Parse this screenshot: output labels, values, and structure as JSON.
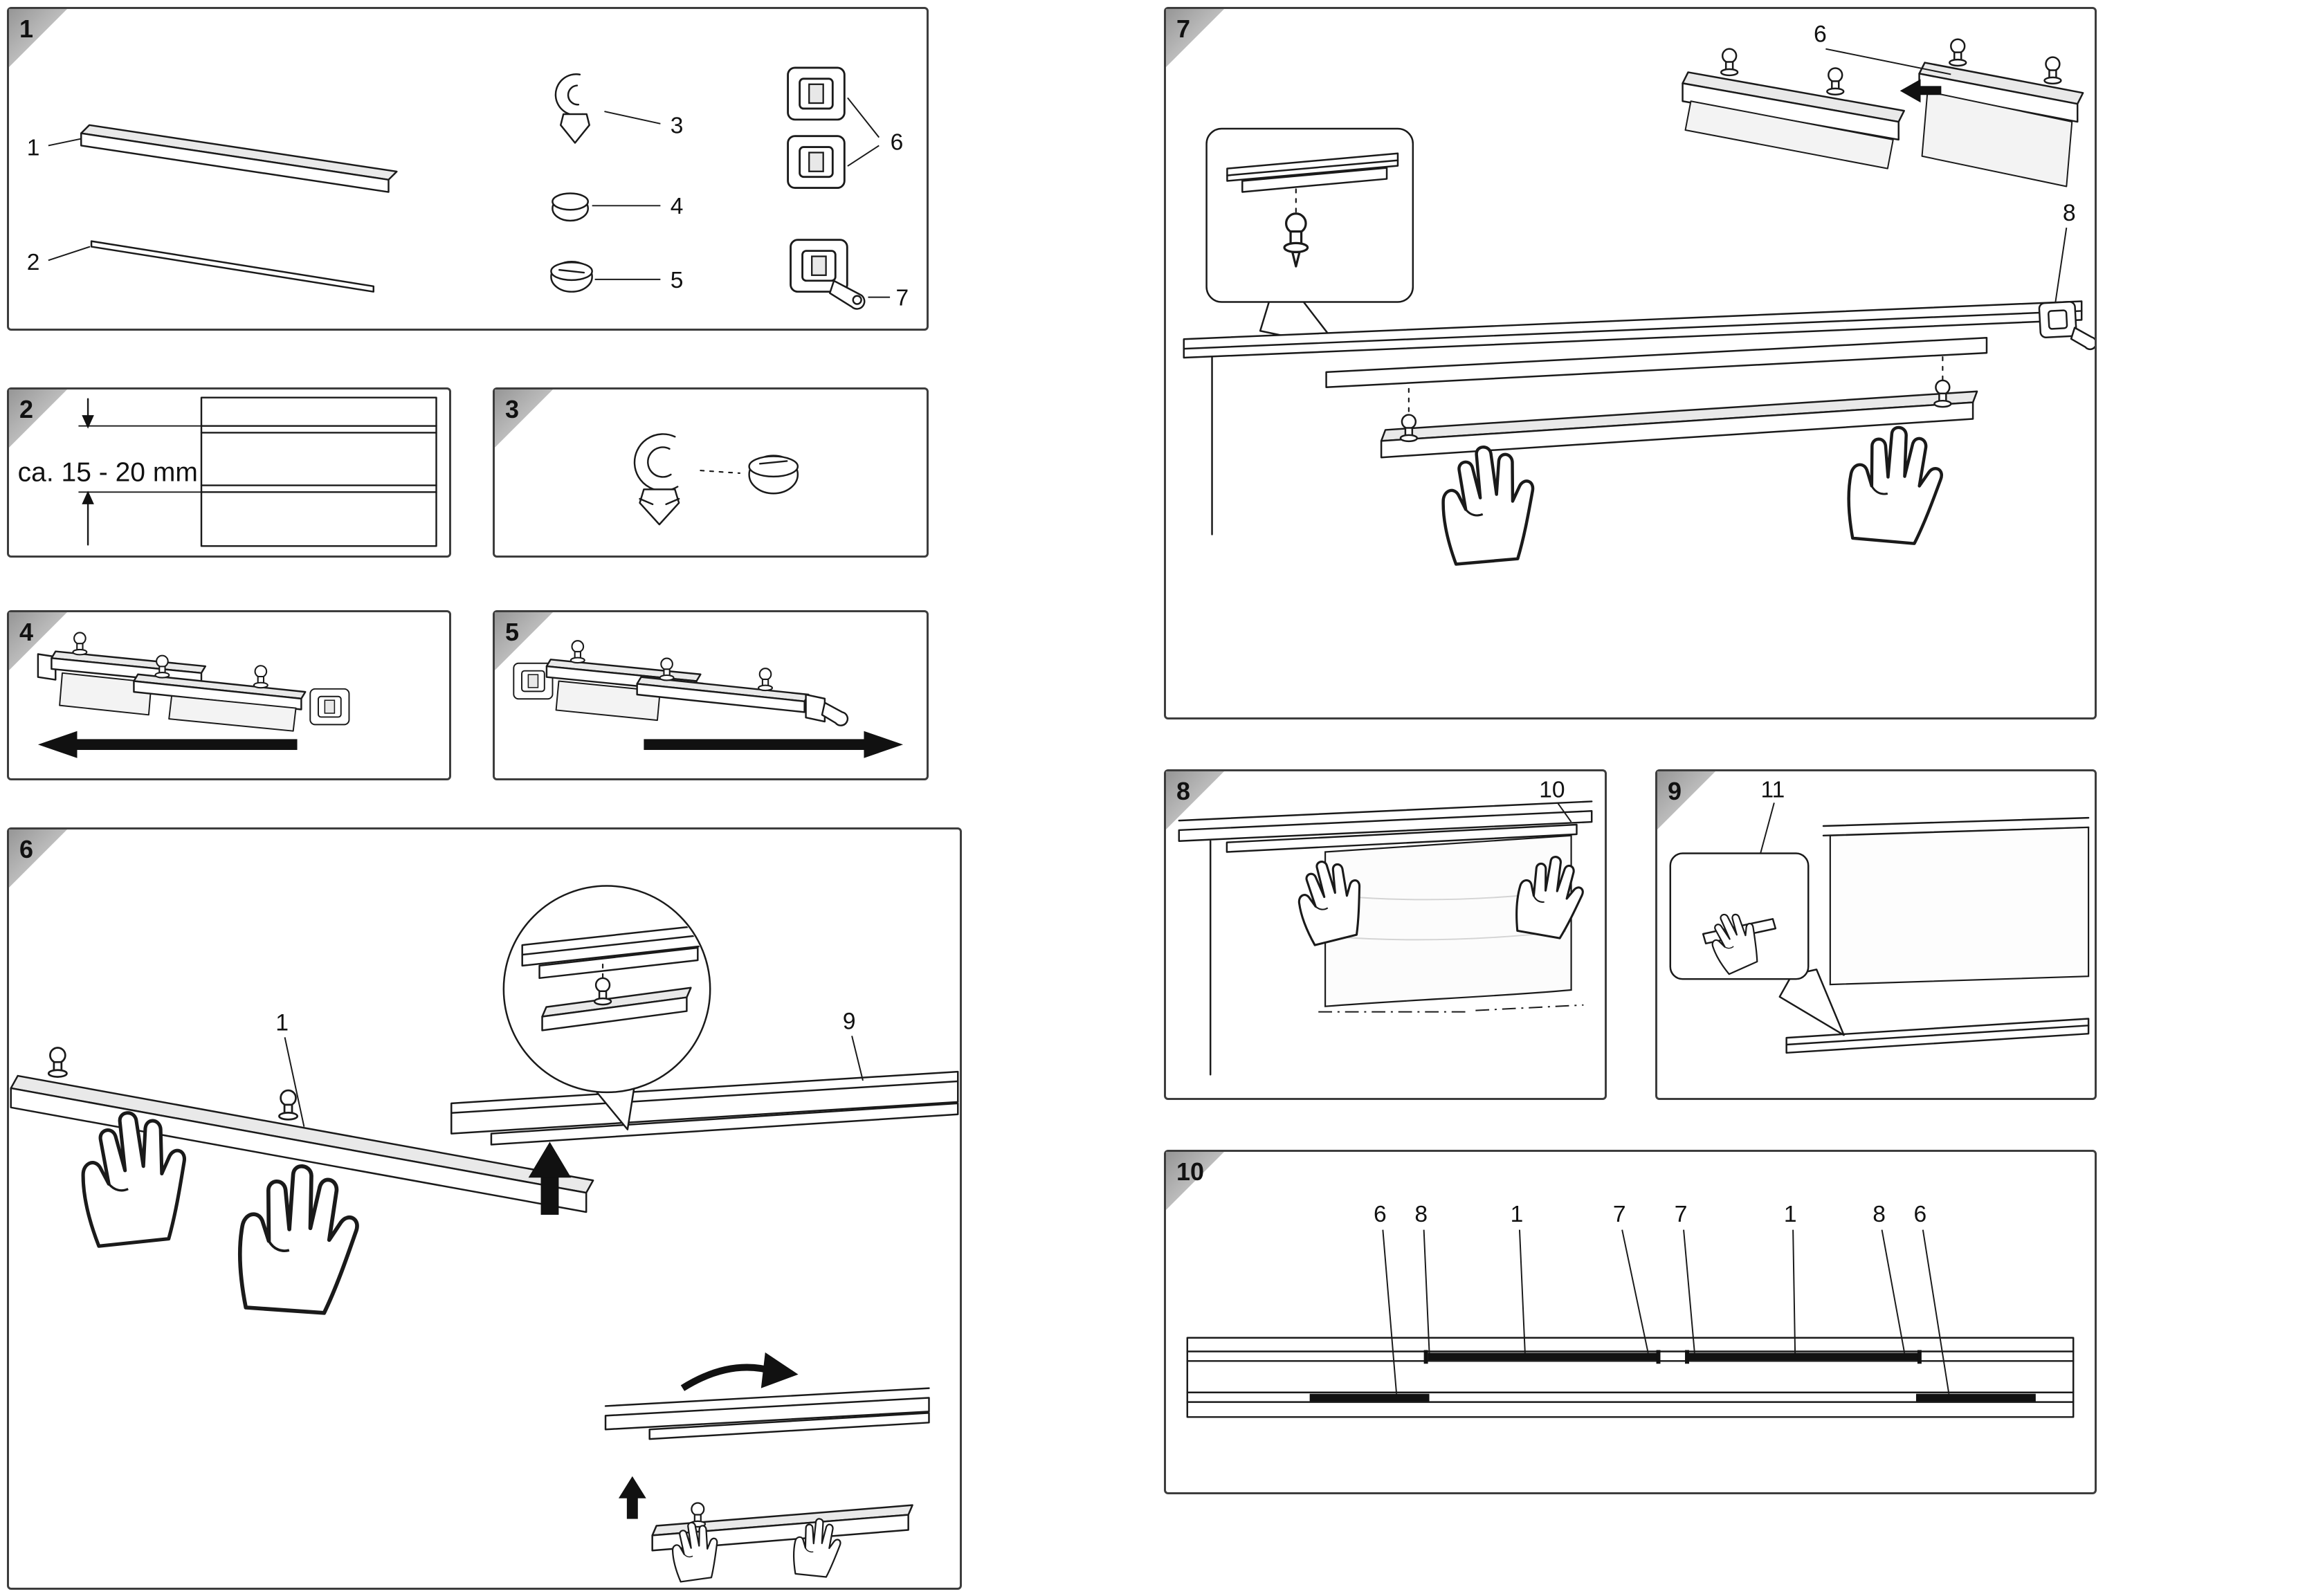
{
  "document": {
    "kind": "assembly-instruction-sheet",
    "colors": {
      "background": "#ffffff",
      "line": "#1a1a1a",
      "panel_border": "#3d3d3d",
      "corner_gray": "#a8a8a8",
      "shade": "#e9e9e9",
      "black_fill": "#111111"
    }
  },
  "panels": {
    "step1": {
      "number": "1",
      "callouts": {
        "c1": "1",
        "c2": "2",
        "c3": "3",
        "c4": "4",
        "c5": "5",
        "c6": "6",
        "c7": "7"
      }
    },
    "step2": {
      "number": "2",
      "measurement": "ca. 15 - 20 mm"
    },
    "step3": {
      "number": "3"
    },
    "step4": {
      "number": "4"
    },
    "step5": {
      "number": "5"
    },
    "step6": {
      "number": "6",
      "callouts": {
        "rail": "1",
        "wall_profile": "9"
      }
    },
    "step7": {
      "number": "7",
      "callouts": {
        "clip": "6",
        "end_bracket": "8"
      }
    },
    "step8": {
      "number": "8",
      "callouts": {
        "screen": "10"
      }
    },
    "step9": {
      "number": "9",
      "callouts": {
        "strip": "11"
      }
    },
    "step10": {
      "number": "10",
      "callouts": {
        "a": "6",
        "b": "8",
        "c": "1",
        "d": "7",
        "e": "7",
        "f": "1",
        "g": "8",
        "h": "6"
      }
    }
  }
}
